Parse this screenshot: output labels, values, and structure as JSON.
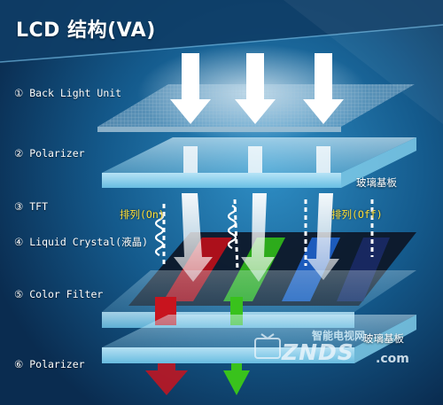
{
  "title": "LCD 结构(VA)",
  "layers": [
    {
      "label": "① Back Light Unit"
    },
    {
      "label": "② Polarizer"
    },
    {
      "label": "③ TFT"
    },
    {
      "label": "④ Liquid Crystal(液晶)"
    },
    {
      "label": "⑤ Color Filter"
    },
    {
      "label": "⑥ Polarizer"
    }
  ],
  "annotations": {
    "glass_top": "玻璃基板",
    "glass_bottom": "玻璃基板",
    "align_on": "排列(On)",
    "align_off": "排列(Off)"
  },
  "watermark": {
    "chinese": "智能电视网",
    "brand": "ZNDS",
    "suffix": ".com"
  },
  "colors": {
    "background_dark": "#0b2a4a",
    "background_light": "#1f6fa3",
    "header": "#0e3d66",
    "annotation_yellow": "#ffe13a",
    "red": "#c8141e",
    "green": "#39c21c"
  }
}
